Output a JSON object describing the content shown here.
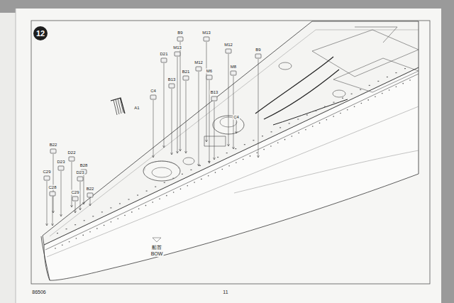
{
  "diagram": {
    "nodes": [
      {
        "text": [
          "12"
        ]
      }
    ],
    "labels": [
      "B9",
      "M13",
      "D21",
      "M13",
      "M12",
      "B9",
      "M12",
      "M6",
      "M8",
      "B21",
      "B13",
      "B13",
      "C4",
      "C4",
      "A1",
      "B22",
      "D22",
      "D23",
      "B28",
      "D23",
      "C29",
      "C28",
      "C29",
      "B22",
      "船首",
      "BOW",
      "86506",
      "11"
    ]
  }
}
